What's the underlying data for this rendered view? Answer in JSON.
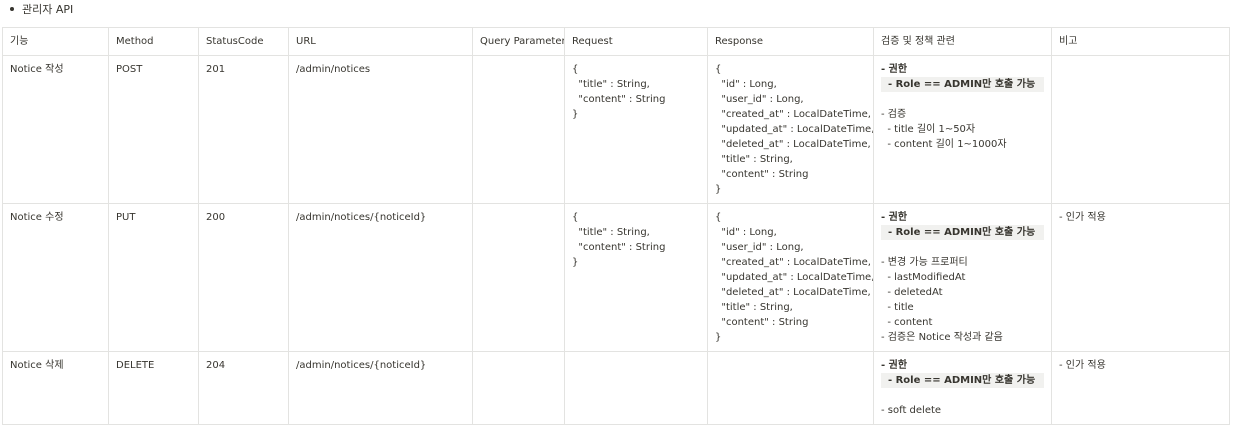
{
  "heading": "관리자 API",
  "columns": [
    "기능",
    "Method",
    "StatusCode",
    "URL",
    "Query Parameter",
    "Request",
    "Response",
    "검증 및 정책 관련",
    "비고"
  ],
  "rows": [
    {
      "feature": "Notice 작성",
      "method": "POST",
      "status": "201",
      "url": "/admin/notices",
      "query": "",
      "request": [
        "{",
        "  \"title\" : String,",
        "  \"content\" : String",
        "}"
      ],
      "response": [
        "{",
        "  \"id\" : Long,",
        "  \"user_id\" : Long,",
        "  \"created_at\" : LocalDateTime,",
        "  \"updated_at\" : LocalDateTime,",
        "  \"deleted_at\" : LocalDateTime,",
        "  \"title\" : String,",
        "  \"content\" : String",
        "}"
      ],
      "policy": [
        "- 권한",
        "  - Role == ADMIN만 호출 가능",
        "",
        "- 검증",
        "  - title 길이 1~50자",
        "  - content 길이 1~1000자"
      ],
      "note": ""
    },
    {
      "feature": "Notice 수정",
      "method": "PUT",
      "status": "200",
      "url": "/admin/notices/{noticeId}",
      "query": "",
      "request": [
        "{",
        "  \"title\" : String,",
        "  \"content\" : String",
        "}"
      ],
      "response": [
        "{",
        "  \"id\" : Long,",
        "  \"user_id\" : Long,",
        "  \"created_at\" : LocalDateTime,",
        "  \"updated_at\" : LocalDateTime,",
        "  \"deleted_at\" : LocalDateTime,",
        "  \"title\" : String,",
        "  \"content\" : String",
        "}"
      ],
      "policy": [
        "- 권한",
        "  - Role == ADMIN만 호출 가능",
        "",
        "- 변경 가능 프로퍼티",
        "  - lastModifiedAt",
        "  - deletedAt",
        "  - title",
        "  - content",
        "- 검증은 Notice 작성과 같음"
      ],
      "note": "- 인가 적용"
    },
    {
      "feature": "Notice 삭제",
      "method": "DELETE",
      "status": "204",
      "url": "/admin/notices/{noticeId}",
      "query": "",
      "request": [],
      "response": [],
      "policy": [
        "- 권한",
        "  - Role == ADMIN만 호출 가능",
        "",
        "- soft delete"
      ],
      "note": "- 인가 적용"
    }
  ]
}
